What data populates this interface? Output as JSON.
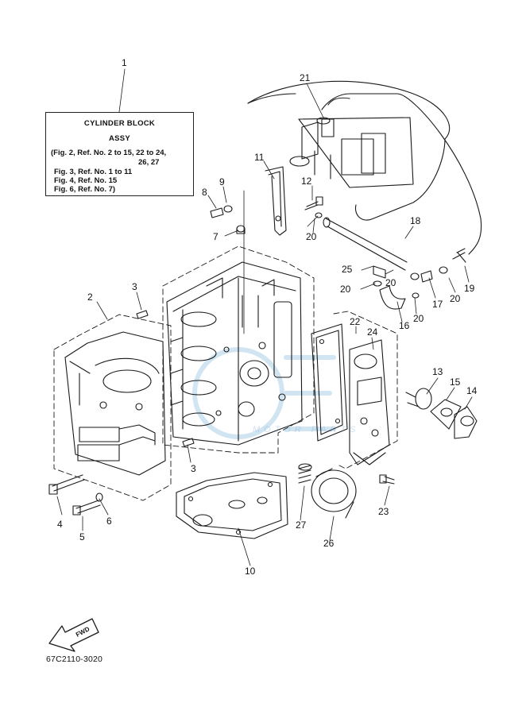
{
  "info_box": {
    "title": "CYLINDER BLOCK",
    "subtitle": "ASSY",
    "ref_line_1": "(Fig. 2, Ref. No. 2 to 15, 22 to 24,",
    "ref_line_2": "26, 27",
    "ref_line_3": "Fig. 3, Ref. No. 1 to 11",
    "ref_line_4": "Fig. 4, Ref. No. 15",
    "ref_line_5": "Fig. 6, Ref. No. 7)"
  },
  "callouts": {
    "c1": "1",
    "c2": "2",
    "c3a": "3",
    "c3b": "3",
    "c4": "4",
    "c5": "5",
    "c6": "6",
    "c7": "7",
    "c8": "8",
    "c9": "9",
    "c10": "10",
    "c11": "11",
    "c12": "12",
    "c13": "13",
    "c14": "14",
    "c15": "15",
    "c16": "16",
    "c17": "17",
    "c18": "18",
    "c19": "19",
    "c20a": "20",
    "c20b": "20",
    "c20c": "20",
    "c20d": "20",
    "c20e": "20",
    "c21": "21",
    "c22": "22",
    "c23": "23",
    "c24": "24",
    "c25": "25",
    "c26": "26",
    "c27": "27"
  },
  "fwd_label": "FWD",
  "document_code": "67C2110-3020",
  "watermark_text": "MOTOR PARTS",
  "colors": {
    "line": "#1a1a1a",
    "watermark": "#8fbfe0"
  }
}
